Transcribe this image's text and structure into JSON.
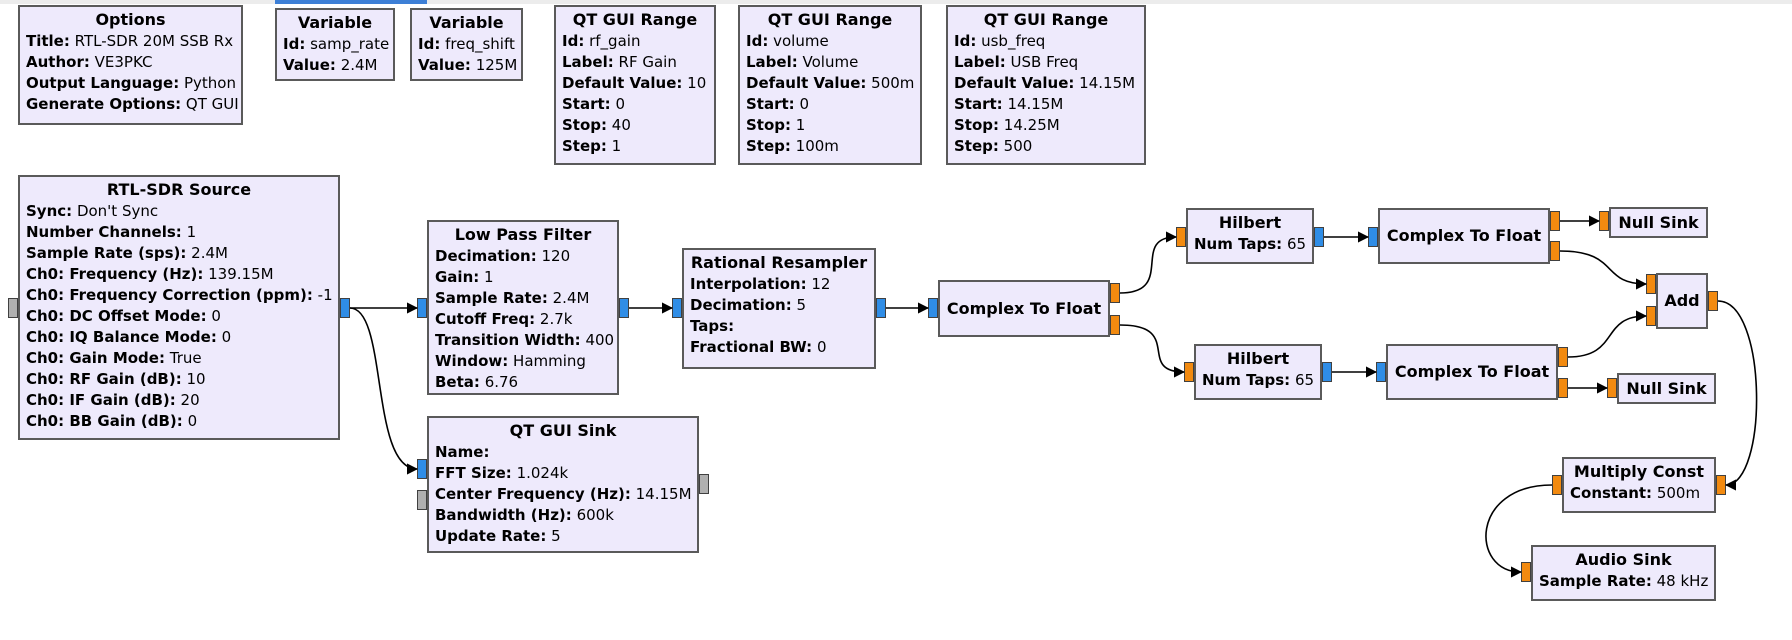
{
  "blocks": {
    "options": {
      "title": "Options",
      "rows": [
        {
          "k": "Title:",
          "v": "RTL-SDR 20M SSB Rx"
        },
        {
          "k": "Author:",
          "v": "VE3PKC"
        },
        {
          "k": "Output Language:",
          "v": "Python"
        },
        {
          "k": "Generate Options:",
          "v": "QT GUI"
        }
      ]
    },
    "var_samp_rate": {
      "title": "Variable",
      "rows": [
        {
          "k": "Id:",
          "v": "samp_rate"
        },
        {
          "k": "Value:",
          "v": "2.4M"
        }
      ]
    },
    "var_freq_shift": {
      "title": "Variable",
      "rows": [
        {
          "k": "Id:",
          "v": "freq_shift"
        },
        {
          "k": "Value:",
          "v": "125M"
        }
      ]
    },
    "range_rf_gain": {
      "title": "QT GUI Range",
      "rows": [
        {
          "k": "Id:",
          "v": "rf_gain"
        },
        {
          "k": "Label:",
          "v": "RF Gain"
        },
        {
          "k": "Default Value:",
          "v": "10"
        },
        {
          "k": "Start:",
          "v": "0"
        },
        {
          "k": "Stop:",
          "v": "40"
        },
        {
          "k": "Step:",
          "v": "1"
        }
      ]
    },
    "range_volume": {
      "title": "QT GUI Range",
      "rows": [
        {
          "k": "Id:",
          "v": "volume"
        },
        {
          "k": "Label:",
          "v": "Volume"
        },
        {
          "k": "Default Value:",
          "v": "500m"
        },
        {
          "k": "Start:",
          "v": "0"
        },
        {
          "k": "Stop:",
          "v": "1"
        },
        {
          "k": "Step:",
          "v": "100m"
        }
      ]
    },
    "range_usb_freq": {
      "title": "QT GUI Range",
      "rows": [
        {
          "k": "Id:",
          "v": "usb_freq"
        },
        {
          "k": "Label:",
          "v": "USB Freq"
        },
        {
          "k": "Default Value:",
          "v": "14.15M"
        },
        {
          "k": "Start:",
          "v": "14.15M"
        },
        {
          "k": "Stop:",
          "v": "14.25M"
        },
        {
          "k": "Step:",
          "v": "500"
        }
      ]
    },
    "rtl_source": {
      "title": "RTL-SDR Source",
      "rows": [
        {
          "k": "Sync:",
          "v": "Don't Sync"
        },
        {
          "k": "Number Channels:",
          "v": "1"
        },
        {
          "k": "Sample Rate (sps):",
          "v": "2.4M"
        },
        {
          "k": "Ch0: Frequency (Hz):",
          "v": "139.15M"
        },
        {
          "k": "Ch0: Frequency Correction (ppm):",
          "v": "-1"
        },
        {
          "k": "Ch0: DC Offset Mode:",
          "v": "0"
        },
        {
          "k": "Ch0: IQ Balance Mode:",
          "v": "0"
        },
        {
          "k": "Ch0: Gain Mode:",
          "v": "True"
        },
        {
          "k": "Ch0: RF Gain (dB):",
          "v": "10"
        },
        {
          "k": "Ch0: IF Gain (dB):",
          "v": "20"
        },
        {
          "k": "Ch0: BB Gain (dB):",
          "v": "0"
        }
      ]
    },
    "low_pass": {
      "title": "Low Pass Filter",
      "rows": [
        {
          "k": "Decimation:",
          "v": "120"
        },
        {
          "k": "Gain:",
          "v": "1"
        },
        {
          "k": "Sample Rate:",
          "v": "2.4M"
        },
        {
          "k": "Cutoff Freq:",
          "v": "2.7k"
        },
        {
          "k": "Transition Width:",
          "v": "400"
        },
        {
          "k": "Window:",
          "v": "Hamming"
        },
        {
          "k": "Beta:",
          "v": "6.76"
        }
      ]
    },
    "resampler": {
      "title": "Rational Resampler",
      "rows": [
        {
          "k": "Interpolation:",
          "v": "12"
        },
        {
          "k": "Decimation:",
          "v": "5"
        },
        {
          "k": "Taps:",
          "v": ""
        },
        {
          "k": "Fractional BW:",
          "v": "0"
        }
      ]
    },
    "gui_sink": {
      "title": "QT GUI Sink",
      "rows": [
        {
          "k": "Name:",
          "v": ""
        },
        {
          "k": "FFT Size:",
          "v": "1.024k"
        },
        {
          "k": "Center Frequency (Hz):",
          "v": "14.15M"
        },
        {
          "k": "Bandwidth (Hz):",
          "v": "600k"
        },
        {
          "k": "Update Rate:",
          "v": "5"
        }
      ]
    },
    "c2f_main": {
      "title": "Complex To Float",
      "rows": []
    },
    "hilbert_top": {
      "title": "Hilbert",
      "rows": [
        {
          "k": "Num Taps:",
          "v": "65"
        }
      ]
    },
    "hilbert_bot": {
      "title": "Hilbert",
      "rows": [
        {
          "k": "Num Taps:",
          "v": "65"
        }
      ]
    },
    "c2f_top": {
      "title": "Complex To Float",
      "rows": []
    },
    "c2f_bot": {
      "title": "Complex To Float",
      "rows": []
    },
    "null_top": {
      "title": "Null Sink",
      "rows": []
    },
    "null_bot": {
      "title": "Null Sink",
      "rows": []
    },
    "add": {
      "title": "Add",
      "rows": []
    },
    "multiply": {
      "title": "Multiply Const",
      "rows": [
        {
          "k": "Constant:",
          "v": "500m"
        }
      ]
    },
    "audio_sink": {
      "title": "Audio Sink",
      "rows": [
        {
          "k": "Sample Rate:",
          "v": "48 kHz"
        }
      ]
    }
  },
  "port_types": {
    "complex": "#2f8de6",
    "float": "#f28a10",
    "message": "#b0b0b0"
  },
  "colors": {
    "block_fill": "#eeeafc",
    "block_border": "#5a5a5a",
    "wire": "#000000"
  }
}
